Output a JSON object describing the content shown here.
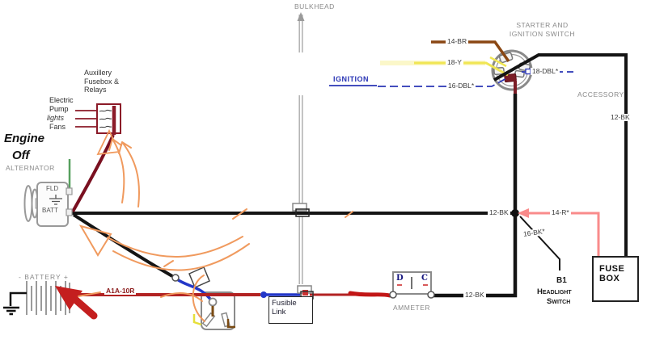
{
  "top": {
    "bulkhead": "BULKHEAD",
    "starter_line1": "STARTER AND",
    "starter_line2": "IGNITION SWITCH",
    "accessory": "ACCESSORY",
    "ignition": "IGNITION"
  },
  "wires": {
    "br14": "14-BR",
    "y18": "18-Y",
    "dbl18": "18-DBL*",
    "dbl16": "16-DBL*",
    "bk12_accessory": "12-BK",
    "bk12_main": "12-BK",
    "r14": "14-R*",
    "bk16": "16-BK*",
    "bk12_ammeter": "12-BK",
    "a1a10r": "A1A-10R"
  },
  "aux": {
    "line1": "Auxillery",
    "line2": "Fusebox &",
    "line3": "Relays",
    "electric": "Electric",
    "pump": "Pump",
    "lights": "lights",
    "fans": "Fans"
  },
  "note": {
    "line1": "Engine",
    "line2": "Off"
  },
  "alternator": {
    "label": "ALTERNATOR",
    "fld": "FLD",
    "batt": "BATT"
  },
  "battery": {
    "label": "-  BATTERY  +"
  },
  "fusebox": {
    "line1": "FUSE",
    "line2": "BOX"
  },
  "headlight_switch": {
    "b1": "B1",
    "line1": "Headlight",
    "line2": "Switch"
  },
  "ammeter": {
    "label": "AMMETER",
    "d": "D",
    "c": "C"
  },
  "fusible_link": {
    "line1": "Fusible",
    "line2": "Link"
  },
  "wire_colors": {
    "black": "#141414",
    "dark_red": "#7a1020",
    "red": "#b22222",
    "annotation_red": "#c41f1f",
    "pink": "#f98b8b",
    "brown": "#8a4713",
    "yellow": "#f0e654",
    "blue": "#2337c8",
    "dashed_blue": "#2a35b5",
    "green": "#57a05f",
    "annotation_orange": "#f09a5e",
    "component_gray": "#8a8a8a"
  }
}
